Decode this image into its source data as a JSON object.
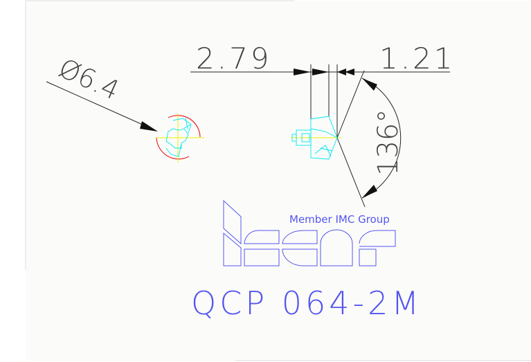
{
  "drawing": {
    "dimensions": {
      "diameter": "Ø6.4",
      "width_left": "2.79",
      "width_right": "1.21",
      "angle": "136°"
    },
    "logo": {
      "brand": "iscar",
      "tagline": "Member IMC Group"
    },
    "part_number": "QCP 064-2M"
  },
  "colors": {
    "dimension": "#222222",
    "part": "#00e5f0",
    "circle": "#ee2222",
    "centerline": "#eeee00",
    "logo": "#5555ee"
  }
}
